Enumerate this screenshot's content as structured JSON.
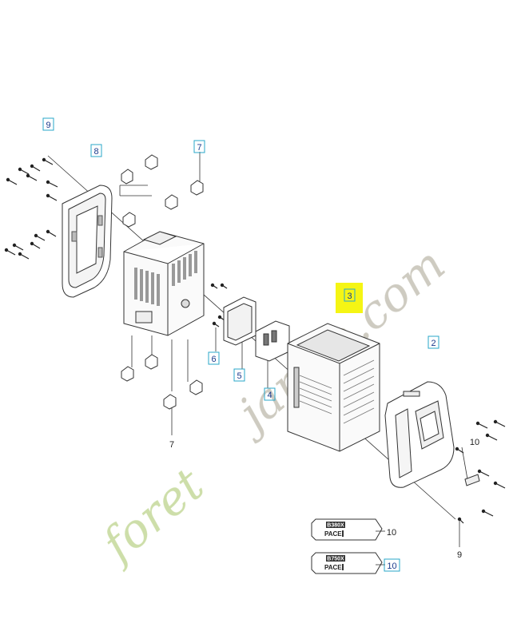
{
  "watermark": {
    "text_left": "foret",
    "text_right": "jardin.com",
    "colors": {
      "green": "#c8dba0",
      "grey": "#c9c6ba",
      "orange": "#f4a950"
    }
  },
  "callouts": {
    "c9_top_left": "9",
    "c8_frame": "8",
    "c7_upper": "7",
    "c3_highlight": "3",
    "c6": "6",
    "c5": "5",
    "c4": "4",
    "c2": "2",
    "c7_lower": "7",
    "c10_right": "10",
    "c10_badge1": "10",
    "c10_badge2": "10",
    "c9_bottom": "9"
  },
  "badges": {
    "badge1_model": "B380X",
    "badge1_name": "PACE",
    "badge2_model": "B750X",
    "badge2_name": "PACE"
  },
  "highlight_color": "#f5f514",
  "callout_box_color": "#2aa7c9"
}
